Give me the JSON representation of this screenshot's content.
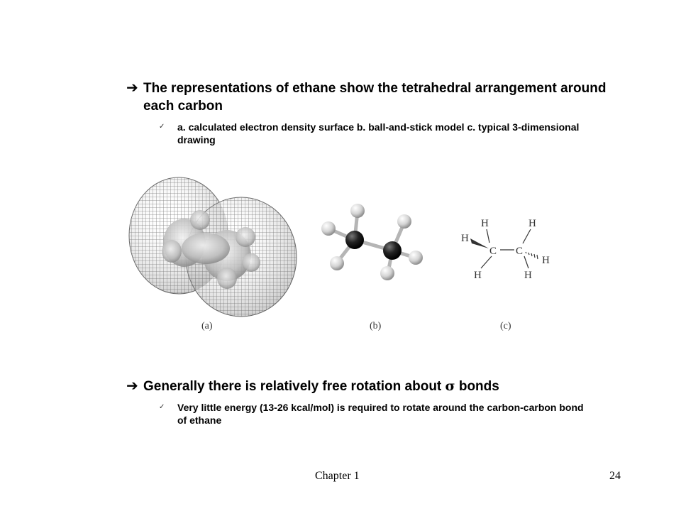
{
  "bullet1": {
    "text": "The representations of ethane show the tetrahedral arrangement around each carbon",
    "sub": "a. calculated electron density surface   b. ball-and-stick model  c. typical 3-dimensional drawing"
  },
  "figures": {
    "caption_a": "(a)",
    "caption_b": "(b)",
    "caption_c": "(c)",
    "drawing": {
      "atom_h": "H",
      "atom_c": "C"
    }
  },
  "bullet2": {
    "text_prefix": "Generally there is relatively free rotation about ",
    "sigma": "σ",
    "text_suffix": " bonds",
    "sub": "Very little energy (13-26 kcal/mol) is required to rotate around the carbon-carbon bond of ethane"
  },
  "footer": {
    "chapter": "Chapter 1",
    "page": "24"
  },
  "icons": {
    "arrow": "arrow-right-icon",
    "sub_marker": "sub-bullet-icon"
  }
}
